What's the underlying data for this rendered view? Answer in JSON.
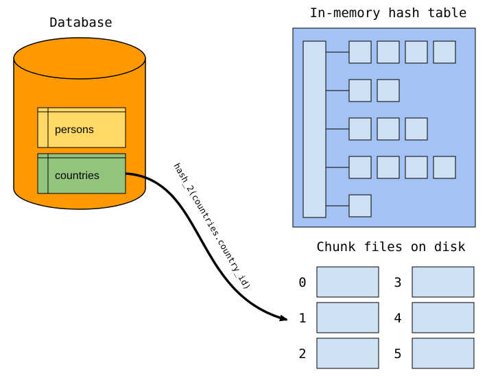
{
  "database": {
    "title": "Database",
    "tables": [
      {
        "label": "persons"
      },
      {
        "label": "countries"
      }
    ],
    "colors": {
      "cylinder": "#ff9900",
      "cylinder_stroke": "#000000",
      "persons_table": "#ffd966",
      "countries_table": "#93c47d"
    }
  },
  "hash_table": {
    "title": "In-memory hash table",
    "bucket_chain_lengths": [
      4,
      2,
      3,
      4,
      1
    ],
    "colors": {
      "background": "#a4c2f4",
      "cell": "#cfe2f3"
    }
  },
  "arrow": {
    "label": "hash_2(countries.country_id)"
  },
  "chunk_files": {
    "title": "Chunk files on disk",
    "chunks": [
      {
        "index": "0"
      },
      {
        "index": "1"
      },
      {
        "index": "2"
      },
      {
        "index": "3"
      },
      {
        "index": "4"
      },
      {
        "index": "5"
      }
    ],
    "colors": {
      "cell": "#cfe2f3"
    }
  }
}
